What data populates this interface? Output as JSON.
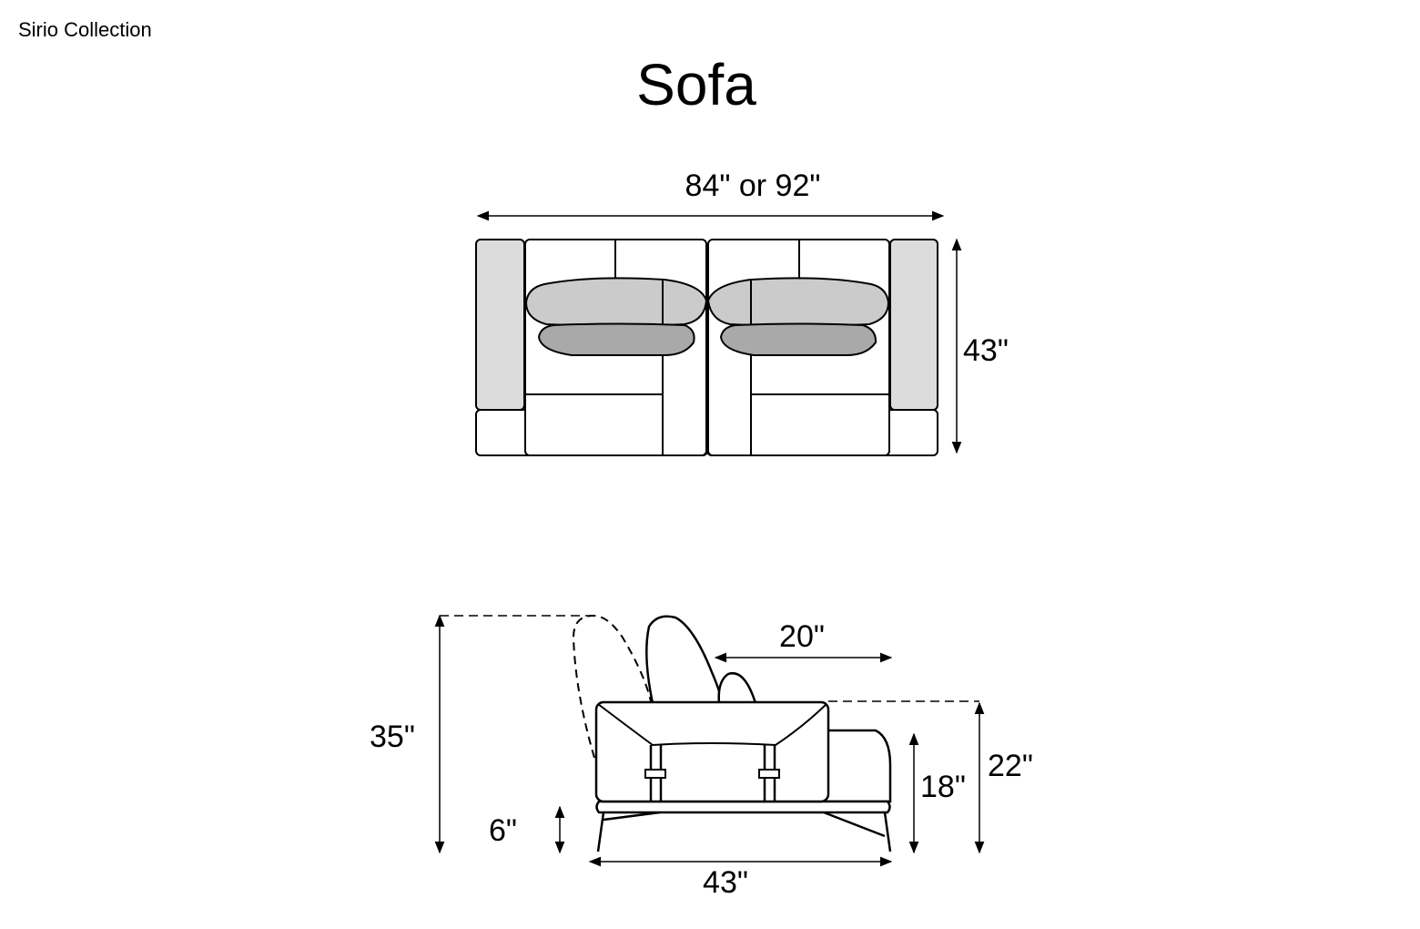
{
  "header": {
    "collection": "Sirio Collection",
    "title": "Sofa"
  },
  "top_view": {
    "width_label": "84\" or 92\"",
    "depth_label": "43\""
  },
  "side_view": {
    "total_height_label": "35\"",
    "seat_depth_label": "20\"",
    "arm_height_label": "22\"",
    "seat_height_label": "18\"",
    "leg_clearance_label": "6\"",
    "depth_label": "43\""
  },
  "colors": {
    "armrest": "#dcdcdc",
    "back_cushion": "#cbcbcb",
    "pillow": "#a9a9a9",
    "line": "#000000"
  }
}
